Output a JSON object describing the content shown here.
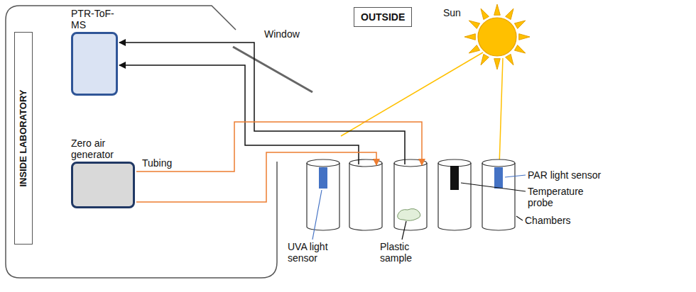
{
  "diagram": {
    "nodes": [
      {
        "text": [
          "PTR-ToF-MS"
        ]
      },
      {
        "text": [
          "OUTSIDE"
        ]
      },
      {
        "text": [
          "INSIDE LABORATORY"
        ]
      },
      {
        "text": [
          "Zero air generator"
        ]
      }
    ],
    "labels": [
      "Window",
      "Sun",
      "Tubing",
      "PAR light sensor",
      "Temperature probe",
      "Chambers",
      "UVA light sensor",
      "Plastic sample"
    ]
  }
}
